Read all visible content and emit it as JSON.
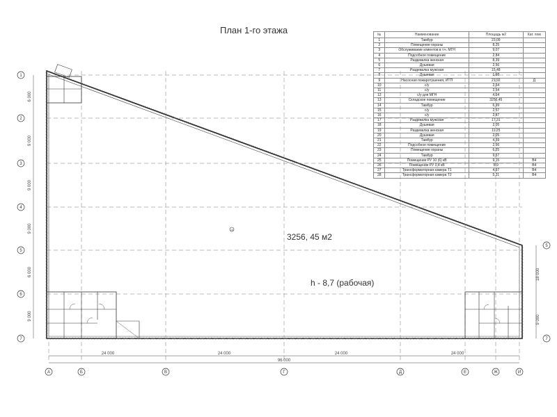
{
  "title": "План 1-го этажа",
  "table": {
    "headers": [
      "№",
      "Наименование",
      "Площадь м2",
      "Кат. пом"
    ],
    "rows": [
      [
        "1",
        "Тамбур",
        "23,09",
        ""
      ],
      [
        "2",
        "Помещение охраны",
        "8,25",
        ""
      ],
      [
        "3",
        "Обслуживание клиентов в т.ч. МГН",
        "9,07",
        ""
      ],
      [
        "4",
        "Подсобное помещение",
        "2,84",
        ""
      ],
      [
        "5",
        "Раздевалка женская",
        "8,39",
        ""
      ],
      [
        "6",
        "Душевая",
        "2,56",
        ""
      ],
      [
        "7",
        "Раздевалка мужская",
        "15,48",
        ""
      ],
      [
        "8",
        "Душевая",
        "1,98",
        ""
      ],
      [
        "9",
        "Насосная пожаротушения, ИТП",
        "21,92",
        "Д"
      ],
      [
        "10",
        "с/у",
        "2,54",
        ""
      ],
      [
        "11",
        "с/у",
        "2,54",
        ""
      ],
      [
        "12",
        "с/у для МГН",
        "4,54",
        ""
      ],
      [
        "13",
        "Складское помещение",
        "3256,45",
        ""
      ],
      [
        "14",
        "Тамбур",
        "6,99",
        ""
      ],
      [
        "15",
        "с/у",
        "2,57",
        ""
      ],
      [
        "16",
        "с/у",
        "2,47",
        ""
      ],
      [
        "17",
        "Раздевалка мужская",
        "17,31",
        ""
      ],
      [
        "18",
        "Душевая",
        "2,05",
        ""
      ],
      [
        "19",
        "Раздевалка женская",
        "11,25",
        ""
      ],
      [
        "20",
        "Душевая",
        "2,05",
        ""
      ],
      [
        "21",
        "Тамбур",
        "4,59",
        ""
      ],
      [
        "22",
        "Подсобное помещение",
        "2,56",
        ""
      ],
      [
        "23",
        "Помещение охраны",
        "6,25",
        ""
      ],
      [
        "24",
        "Тамбур",
        "9,57",
        ""
      ],
      [
        "25",
        "Помещение РУ 10 (6) кВ",
        "9,15",
        "В4"
      ],
      [
        "26",
        "Помещение РУ 0,4 кВ",
        "8,9",
        "В4"
      ],
      [
        "27",
        "Трансформаторная камера Т1",
        "4,97",
        "В4"
      ],
      [
        "28",
        "Трансформаторная камера Т2",
        "5,31",
        "В4"
      ]
    ]
  },
  "plan": {
    "area_label": "3256, 45 м2",
    "height_label": "h - 8,7 (рабочая)",
    "room_marker": "13",
    "row_axes": [
      "1",
      "2",
      "3",
      "4",
      "5",
      "6",
      "7"
    ],
    "col_axes": [
      "А",
      "Б",
      "В",
      "Г",
      "Д",
      "Е",
      "Ж",
      "И"
    ],
    "left_dims": [
      "6 000",
      "9 000",
      "9 000",
      "9 000",
      "6 000",
      "9 000"
    ],
    "right_dims": [
      "18 000",
      "9 000"
    ],
    "bottom_dims": [
      "24 000",
      "24 000",
      "24 000",
      "24 000"
    ],
    "total_dim": "96 000"
  }
}
